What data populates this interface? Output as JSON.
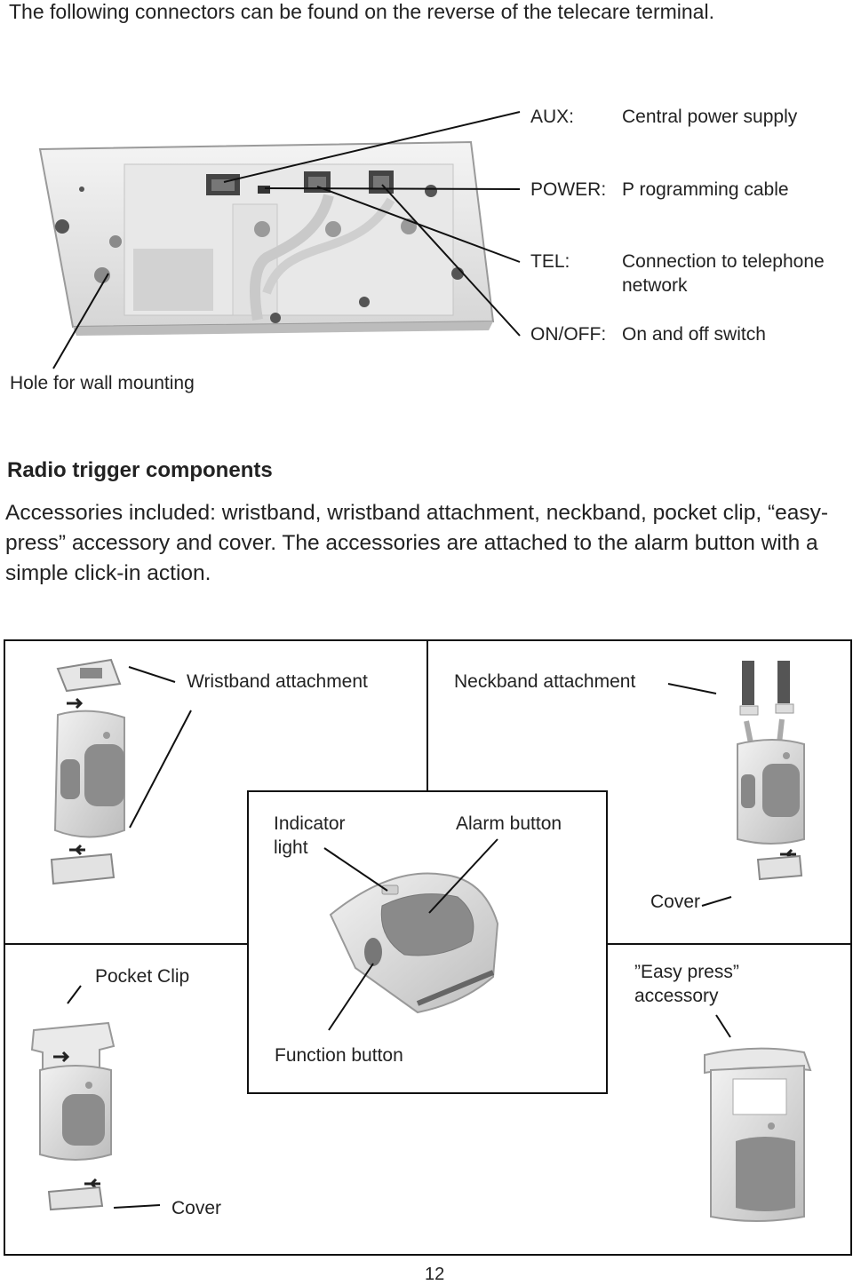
{
  "intro": "The following connectors can be found on the reverse of the telecare terminal.",
  "connectors": [
    {
      "key": "AUX:",
      "desc": "Central power supply"
    },
    {
      "key": "POWER:",
      "desc": "P rogramming cable"
    },
    {
      "key": "TEL:",
      "desc": "Connection to telephone network"
    },
    {
      "key": "ON/OFF:",
      "desc": "On and off switch"
    }
  ],
  "wall_hole_label": "Hole for wall mounting",
  "section": {
    "heading": "Radio trigger components",
    "paragraph": "Accessories included: wristband, wristband attachment, neckband, pocket clip, “easy-press” accessory and cover. The accessories are attached to the alarm button with a simple click-in action."
  },
  "labels": {
    "wristband_attachment": "Wristband attachment",
    "neckband_attachment": "Neckband attachment",
    "indicator_light": "Indicator light",
    "alarm_button": "Alarm button",
    "cover_right": "Cover",
    "pocket_clip": "Pocket Clip",
    "easy_press": "”Easy press” accessory",
    "function_button": "Function button",
    "cover_left": "Cover"
  },
  "page_number": "12"
}
